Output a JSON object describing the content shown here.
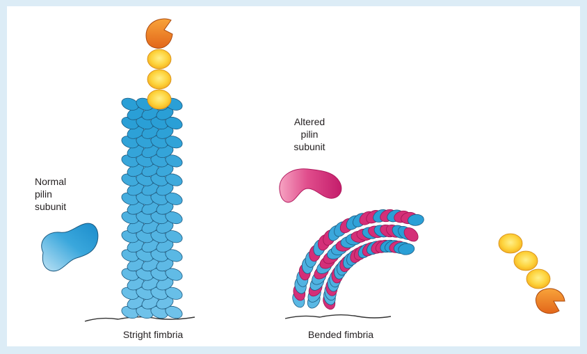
{
  "labels": {
    "normal_line1": "Normal",
    "normal_line2": "pilin",
    "normal_line3": "subunit",
    "altered_line1": "Altered",
    "altered_line2": "pilin",
    "altered_line3": "subunit"
  },
  "captions": {
    "straight": "Stright fimbria",
    "bended": "Bended fimbria"
  },
  "colors": {
    "background": "#dcecf6",
    "normal_subunit": "#2a9fd6",
    "normal_subunit_light": "#6fc2ea",
    "altered_subunit": "#d42f78",
    "adhesin_yellow": "#fdc82f",
    "adhesin_tip": "#f07a18",
    "outline": "#1c5a80"
  },
  "icons": [
    "normal-pilin-subunit-icon",
    "altered-pilin-subunit-icon",
    "adhesin-tip-icon"
  ]
}
